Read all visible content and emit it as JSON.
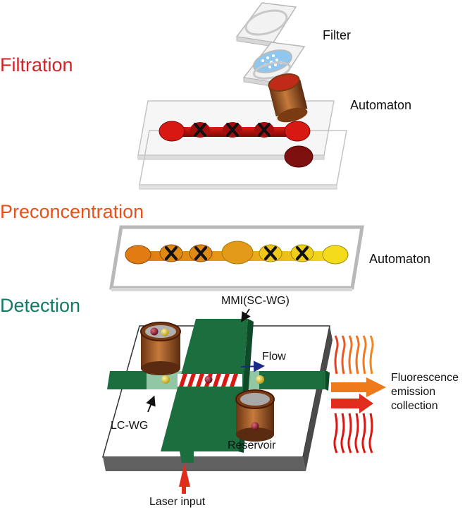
{
  "sections": {
    "filtration": "Filtration",
    "preconcentration": "Preconcentration",
    "detection": "Detection"
  },
  "labels": {
    "filter": "Filter",
    "automaton_top": "Automaton",
    "automaton_mid": "Automaton",
    "mmi": "MMI(SC-WG)",
    "flow": "Flow",
    "lc_wg": "LC-WG",
    "reservoir": "Reservoir",
    "laser_input": "Laser input",
    "fluorescence_line1": "Fluorescence",
    "fluorescence_line2": "emission",
    "fluorescence_line3": "collection"
  },
  "colors": {
    "filtration": "#d2232a",
    "preconcentration": "#e8501c",
    "detection": "#137a66",
    "waveguide": "#1c6e3f",
    "chamber_red": "#c4140f",
    "chamber_orange": "#e08a16",
    "chamber_yellow": "#f2d21a",
    "reservoir": "#8a4a1f",
    "laser": "#e02c1c"
  }
}
